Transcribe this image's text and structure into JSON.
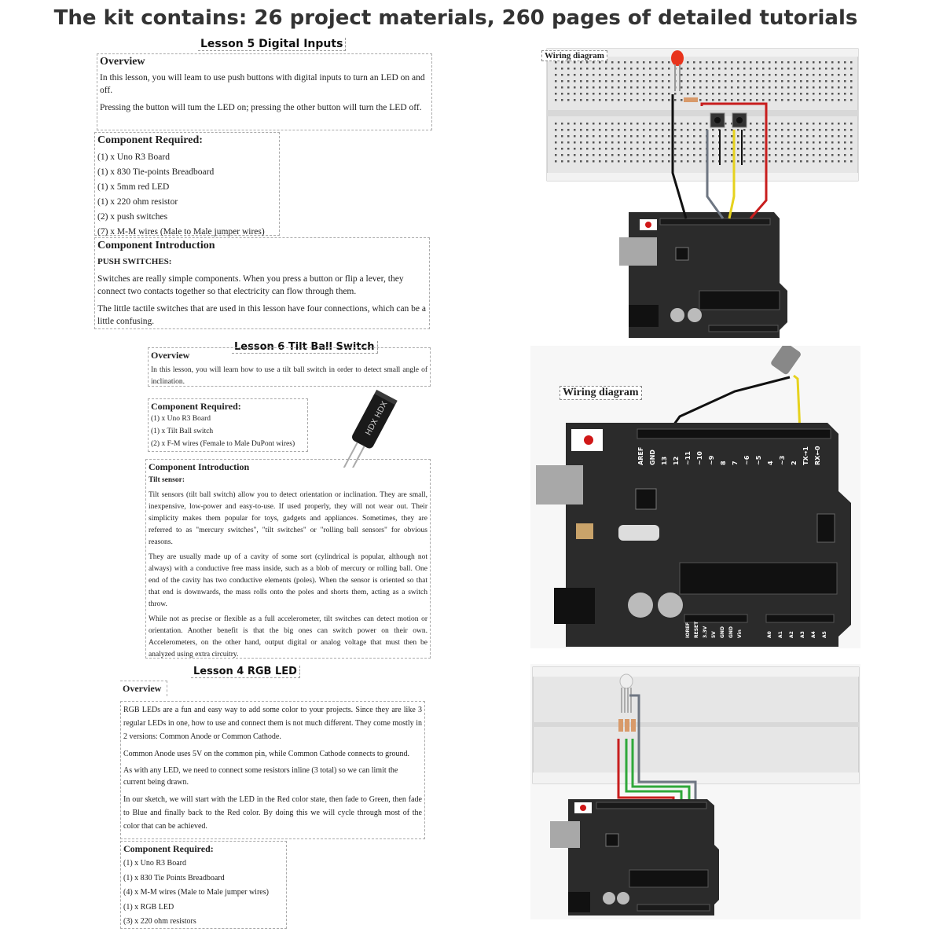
{
  "headline": "The kit contains: 26 project materials, 260 pages of detailed tutorials",
  "lesson5": {
    "title": "Lesson 5 Digital Inputs",
    "overview_heading": "Overview",
    "overview_p1": "In this lesson, you will leam to use push buttons with digital inputs to turn an LED on and off.",
    "overview_p2": "Pressing the button will tum the LED on; pressing the other button will turn the LED off.",
    "components_heading": "Component Required:",
    "components": [
      "(1) x Uno R3 Board",
      "(1) x 830 Tie-points Breadboard",
      "(1) x 5mm red LED",
      "(1) x 220 ohm resistor",
      "(2) x push switches",
      "(7) x M-M wires (Male to Male jumper wires)"
    ],
    "intro_heading": "Component Introduction",
    "intro_subheading": "PUSH SWITCHES:",
    "intro_p1": "Switches are really simple components. When you press a button or flip a lever, they connect two contacts together so that electricity can flow through them.",
    "intro_p2": "The little tactile switches that are used in this lesson have four connections, which can be a little confusing.",
    "wiring_label": "Wiring diagram"
  },
  "lesson6": {
    "title": "Lesson 6 Tilt Ball Switch",
    "overview_heading": "Overview",
    "overview_p1": "In this lesson, you will learn how to use a tilt ball switch in order to detect small angle of inclination.",
    "components_heading": "Component Required:",
    "components": [
      "(1) x Uno R3 Board",
      "(1) x Tilt Ball switch",
      "(2) x F-M wires (Female to Male DuPont wires)"
    ],
    "intro_heading": "Component Introduction",
    "intro_subheading": "Tilt sensor:",
    "intro_p1": "Tilt sensors (tilt ball switch) allow you to detect orientation or inclination. They are small, inexpensive, low-power and easy-to-use. If used properly, they will not wear out. Their simplicity makes them popular for toys, gadgets and appliances. Sometimes, they are referred to as \"mercury switches\", \"tilt switches\" or \"rolling ball sensors\" for obvious reasons.",
    "intro_p2": "They are usually made up of a cavity of some sort (cylindrical is popular, although not always) with a conductive free mass inside, such as a blob of mercury or rolling ball. One end of the cavity has two conductive elements (poles). When the sensor is oriented so that that end is downwards, the mass rolls onto the poles and shorts them, acting as a switch throw.",
    "intro_p3": "While not as precise or flexible as a full accelerometer, tilt switches can detect motion or orientation. Another benefit is that the big ones can switch power on their own. Accelerometers, on the other hand, output digital or analog voltage that must then be analyzed using extra circuitry.",
    "wiring_label": "Wiring diagram",
    "capacitor_text": "HDX HDX"
  },
  "lesson4": {
    "title": "Lesson 4 RGB LED",
    "overview_heading": "Overview",
    "overview_p1": "RGB LEDs are a fun and easy way to add some color to your projects. Since they are like 3 regular LEDs in one, how to use and connect them is not much different. They come mostly in 2 versions: Common Anode or Common Cathode.",
    "overview_p2": "Common Anode uses 5V on the common pin, while Common Cathode connects to ground.",
    "overview_p3": "As with any LED, we need to connect some resistors inline (3 total) so we can limit the current being drawn.",
    "overview_p4": "In our sketch, we will start with the LED in the Red color state, then fade to Green, then fade to Blue and finally back to the Red color. By doing this we will cycle through most of the color that can be achieved.",
    "components_heading": "Component Required:",
    "components": [
      "(1) x Uno R3 Board",
      "(1) x 830 Tie Points Breadboard",
      "(4) x M-M wires (Male to Male jumper wires)",
      "(1) x RGB LED",
      "(3) x 220 ohm resistors"
    ]
  },
  "board_pins": {
    "digital": [
      "AREF",
      "GND",
      "13",
      "12",
      "~11",
      "~10",
      "~9",
      "8",
      "7",
      "~6",
      "~5",
      "4",
      "~3",
      "2",
      "TX→1",
      "RX←0"
    ],
    "power": [
      "IOREF",
      "RESET",
      "3.3V",
      "5V",
      "GND",
      "GND",
      "Vin"
    ],
    "analog": [
      "A0",
      "A1",
      "A2",
      "A3",
      "A4",
      "A5"
    ]
  },
  "colors": {
    "board": "#2b2b2b",
    "breadboard": "#e8e8e8",
    "wire_red": "#c81e1e",
    "wire_black": "#111111",
    "wire_yellow": "#e6d21e",
    "wire_gray": "#6e7682",
    "wire_green": "#2fa83a"
  }
}
